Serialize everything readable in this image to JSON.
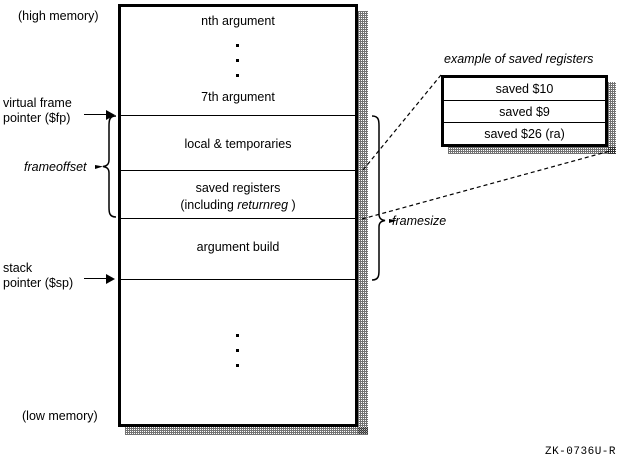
{
  "figure": {
    "id_code": "ZK-0736U-R",
    "memory_top_label": "(high memory)",
    "memory_bottom_label": "(low memory)"
  },
  "stack_frame": {
    "segments": [
      {
        "name": "nth-argument",
        "label": "nth argument"
      },
      {
        "name": "seventh-argument",
        "label": "7th argument"
      },
      {
        "name": "local-and-temporaries",
        "label": "local & temporaries"
      },
      {
        "name": "saved-registers",
        "label": "saved registers"
      },
      {
        "name": "saved-registers-sub",
        "label_prefix": "(including ",
        "label_italic": "returnreg",
        "label_suffix": " )"
      },
      {
        "name": "argument-build",
        "label": "argument build"
      }
    ]
  },
  "pointers": {
    "virtual_frame_pointer": {
      "line1": "virtual frame",
      "line2": "pointer ($fp)"
    },
    "stack_pointer": {
      "line1": "stack",
      "line2": "pointer ($sp)"
    }
  },
  "brackets": {
    "frameoffset": "frameoffset",
    "framesize": "framesize"
  },
  "detail": {
    "caption": "example of saved registers",
    "rows": [
      {
        "label": "saved $10"
      },
      {
        "label": "saved $9"
      },
      {
        "label": "saved $26 (ra)"
      }
    ]
  },
  "colors": {
    "ink": "#000000",
    "paper": "#ffffff"
  }
}
